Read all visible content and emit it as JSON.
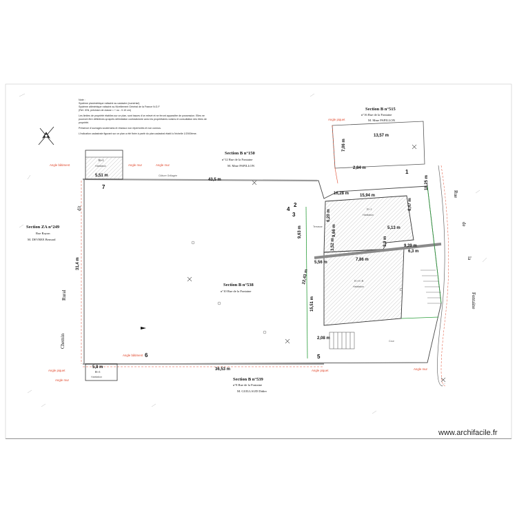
{
  "notes": {
    "line1": "Note :",
    "line2": "Système planimétrique rattaché au cadastre (numérisé)",
    "line3": "Système altimétrique rattaché au Nivellement Général de la France N.G.F",
    "line4": "(Ref. IGN, précision de classe = + ou - 0.10 cm)",
    "para2": "Les limites de propriété établies sur ce plan, sont issues d'un relevé et ne feront apparaître de possession. Elles ne pourront être définitives qu'après délimitation contradictoire avec les propriétaires voisins et consultation des titres de propriété.",
    "para3": "Présence d'ouvrages souterrains et réseaux non répertoriés et non connus.",
    "para4": "L'indication cadastrale figurant sur ce plan a été fixée à partir du plan cadastral établi à l'échelle 1/2000ème."
  },
  "sections": {
    "s150": {
      "title": "Section B n°150",
      "address": "n°12 Rue de la Fontaine",
      "owner": "M. Mme PAPILLON"
    },
    "s515": {
      "title": "Section B n°515",
      "address": "n°16 Rue de la Fontaine",
      "owner": "M. Mme PAPILLON"
    },
    "s538": {
      "title": "Section B n°538",
      "address": "n°10 Rue de la Fontaine"
    },
    "s539": {
      "title": "Section B n°539",
      "address": "n°8 Rue de la Fontaine",
      "owner": "M. GUILLAUD Didier"
    },
    "za249": {
      "title": "Section ZA n°249",
      "address": "Rue Rayon",
      "owner": "M. DEVREE Bernard"
    }
  },
  "buildings": {
    "r1_top": {
      "code": "R+1",
      "label": "Habitation"
    },
    "r1_bottom": {
      "code": "R+1",
      "label": "Habitation"
    },
    "b_r1": {
      "code": "R+1",
      "label": "Habitation"
    },
    "b_r0r1": {
      "code": "R+0+R",
      "label": "Habitation"
    }
  },
  "dimensions": {
    "d1": "5,51 m",
    "d2": "43,5 m",
    "d3": "31,4 m",
    "d4": "5,8 m",
    "d5": "36,53 m",
    "d6": "13,57 m",
    "d7": "7,06 m",
    "d8": "2,84 m",
    "d9": "18,25 m",
    "d10": "16,28 m",
    "d11": "15,94 m",
    "d12": "6,47 m",
    "d13": "6,20 m",
    "d14": "9,63 m",
    "d15": "9,66 m",
    "d16": "5,13 m",
    "d17": "3,52 m",
    "d18": "3,9 m",
    "d19": "9,39 m",
    "d20": "5,56 m",
    "d21": "7,86 m",
    "d22": "6,3 m",
    "d23": "22,43 m",
    "d24": "15,51 m",
    "d25": "2,08 m"
  },
  "angles": {
    "a1": "Angle bâtiment",
    "a2": "Angle mur",
    "a3": "Angle mur",
    "a4": "Angle piquet",
    "a5": "Angle bâtiment",
    "a6": "Angle piquet",
    "a7": "Angle mur",
    "a8": "Angle piquet",
    "a9": "Angle mur"
  },
  "points": {
    "p1": "1",
    "p2": "2",
    "p3": "3",
    "p4": "4",
    "p5": "5",
    "p6": "6",
    "p7": "7"
  },
  "streets": {
    "rue_de_la_fontaine": [
      "Rue",
      "de",
      "la",
      "Fontaine"
    ],
    "chemin_rural": [
      "Chemin",
      "Rural",
      "dit"
    ]
  },
  "misc": {
    "clot_grillage": "Clôture Grillagée",
    "terrasse": "Terrasse",
    "cour": "Cour"
  },
  "watermark": "www.archifacile.fr",
  "colors": {
    "red": "#e0462a",
    "green": "#2a9d3a",
    "grey": "#8a8a8a",
    "line": "#333333"
  }
}
